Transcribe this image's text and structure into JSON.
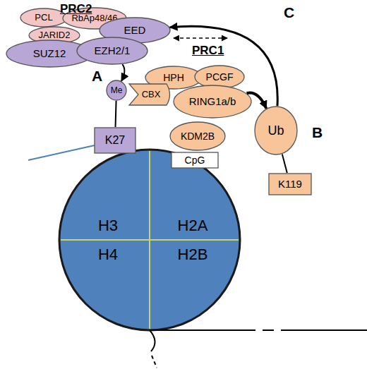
{
  "diagram": {
    "nodes": [
      {
        "text": [
          "PCL"
        ]
      },
      {
        "text": [
          "RbAp48/46"
        ]
      },
      {
        "text": [
          "JARID2"
        ]
      },
      {
        "text": [
          "EED"
        ]
      },
      {
        "text": [
          "SUZ12"
        ]
      },
      {
        "text": [
          "EZH2/1"
        ]
      },
      {
        "text": [
          "HPH"
        ]
      },
      {
        "text": [
          "PCGF"
        ]
      },
      {
        "text": [
          "CBX"
        ]
      },
      {
        "text": [
          "RING1a/b"
        ]
      },
      {
        "text": [
          "KDM2B"
        ]
      },
      {
        "text": [
          "Me"
        ]
      },
      {
        "text": [
          "K27"
        ]
      },
      {
        "text": [
          "CpG"
        ]
      },
      {
        "text": [
          "Ub"
        ]
      },
      {
        "text": [
          "K119"
        ]
      },
      {
        "text": [
          "H3"
        ]
      },
      {
        "text": [
          "H2A"
        ]
      },
      {
        "text": [
          "H4"
        ]
      },
      {
        "text": [
          "H2B"
        ]
      }
    ],
    "edges": [
      {
        "from": 5,
        "to": 11,
        "arrow": "to"
      },
      {
        "from": 9,
        "to": 14,
        "arrow": "to"
      },
      {
        "from": 14,
        "to": 3,
        "arrow": "to"
      },
      {
        "from": 11,
        "to": 12,
        "arrow": "none"
      },
      {
        "from": 14,
        "to": 15,
        "arrow": "none"
      }
    ],
    "labels": [
      "PRC2",
      "PRC1",
      "A",
      "B",
      "C"
    ]
  }
}
